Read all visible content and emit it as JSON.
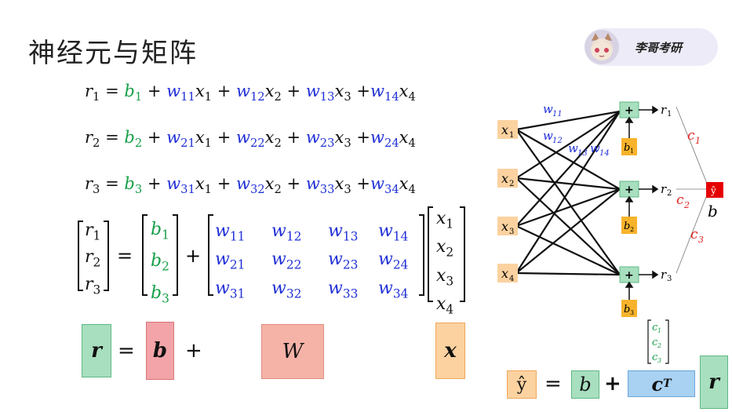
{
  "title": "神经元与矩阵",
  "badge": {
    "name": "李哥考研",
    "avatar_icon": "cat-avatar-icon"
  },
  "equations": {
    "eq1": {
      "lhs": "r",
      "lhs_sub": "1",
      "b": "b",
      "b_sub": "1",
      "terms": [
        [
          "w",
          "11",
          "x",
          "1"
        ],
        [
          "w",
          "12",
          "x",
          "2"
        ],
        [
          "w",
          "13",
          "x",
          "3"
        ],
        [
          "w",
          "14",
          "x",
          "4"
        ]
      ]
    },
    "eq2": {
      "lhs": "r",
      "lhs_sub": "2",
      "b": "b",
      "b_sub": "2",
      "terms": [
        [
          "w",
          "21",
          "x",
          "1"
        ],
        [
          "w",
          "22",
          "x",
          "2"
        ],
        [
          "w",
          "23",
          "x",
          "3"
        ],
        [
          "w",
          "24",
          "x",
          "4"
        ]
      ]
    },
    "eq3": {
      "lhs": "r",
      "lhs_sub": "3",
      "b": "b",
      "b_sub": "3",
      "terms": [
        [
          "w",
          "31",
          "x",
          "1"
        ],
        [
          "w",
          "32",
          "x",
          "2"
        ],
        [
          "w",
          "33",
          "x",
          "3"
        ],
        [
          "w",
          "34",
          "x",
          "4"
        ]
      ]
    }
  },
  "matrix": {
    "r": [
      "1",
      "2",
      "3"
    ],
    "b": [
      "1",
      "2",
      "3"
    ],
    "W": [
      [
        "11",
        "12",
        "13",
        "14"
      ],
      [
        "21",
        "22",
        "23",
        "24"
      ],
      [
        "31",
        "32",
        "33",
        "34"
      ]
    ],
    "x": [
      "1",
      "2",
      "3",
      "4"
    ]
  },
  "blocks": {
    "r": "r",
    "eq": "=",
    "b": "b",
    "plus": "+",
    "W": "W",
    "x": "x"
  },
  "network": {
    "inputs": [
      "1",
      "2",
      "3",
      "4"
    ],
    "neurons": [
      "1",
      "2",
      "3"
    ],
    "weights_shown": [
      "11",
      "12",
      "13",
      "14"
    ],
    "output_weights": [
      "1",
      "2",
      "3"
    ],
    "output_label": "ŷ",
    "output_bias": "b"
  },
  "bottom_eq": {
    "yhat": "ŷ",
    "eq": "=",
    "b": "b",
    "plus": "+",
    "cT": "c",
    "cT_sup": "T",
    "r": "r",
    "c_vec": [
      "1",
      "2",
      "3"
    ]
  },
  "colors": {
    "green": "#19a04a",
    "blue": "#1f2fd6",
    "red": "#e02020",
    "green_box": "#a8dfbf",
    "red_box": "#f2a4a8",
    "orange_box": "#fbd2a0",
    "blue_box": "#a9d1f2"
  }
}
